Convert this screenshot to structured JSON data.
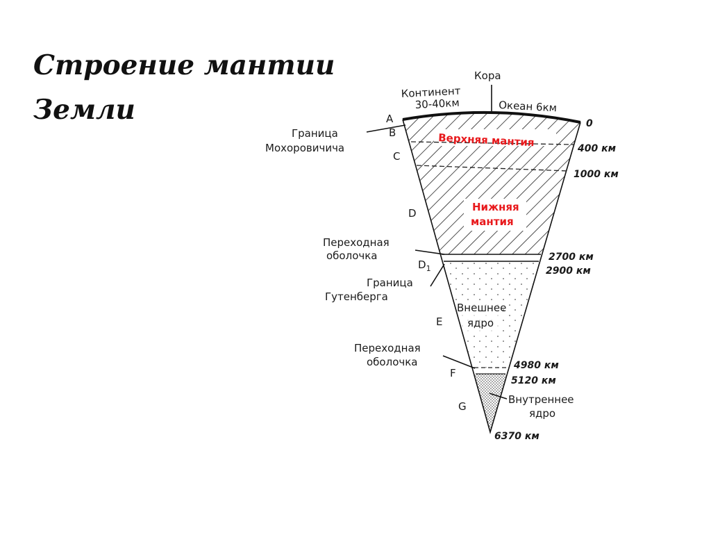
{
  "title": {
    "line1": "Строение мантии",
    "line2": "Земли"
  },
  "diagram": {
    "top": {
      "crust": "Кора",
      "continent_line1": "Континент",
      "continent_line2": "30-40км",
      "ocean": "Океан 6км"
    },
    "left": {
      "moho_line1": "Граница",
      "moho_line2": "Мохоровичича",
      "transition1_line1": "Переходная",
      "transition1_line2": "оболочка",
      "gutenberg_line1": "Граница",
      "gutenberg_line2": "Гутенберга",
      "transition2_line1": "Переходная",
      "transition2_line2": "оболочка"
    },
    "letters": {
      "A": "A",
      "B": "B",
      "C": "C",
      "D": "D",
      "D1": "D",
      "D1_sub": "1",
      "E": "E",
      "F": "F",
      "G": "G"
    },
    "depths": {
      "d0": "0",
      "d400": "400 км",
      "d1000": "1000 км",
      "d2700": "2700 км",
      "d2900": "2900 км",
      "d4980": "4980 км",
      "d5120": "5120 км",
      "d6370": "6370 км"
    },
    "layers": {
      "upper_mantle": "Верхняя мантия",
      "lower_mantle_line1": "Нижняя",
      "lower_mantle_line2": "мантия",
      "outer_core_line1": "Внешнее",
      "outer_core_line2": "ядро",
      "inner_core_line1": "Внутреннее",
      "inner_core_line2": "ядро"
    },
    "colors": {
      "layer_label": "#e8191c",
      "lines": "#111111"
    }
  }
}
